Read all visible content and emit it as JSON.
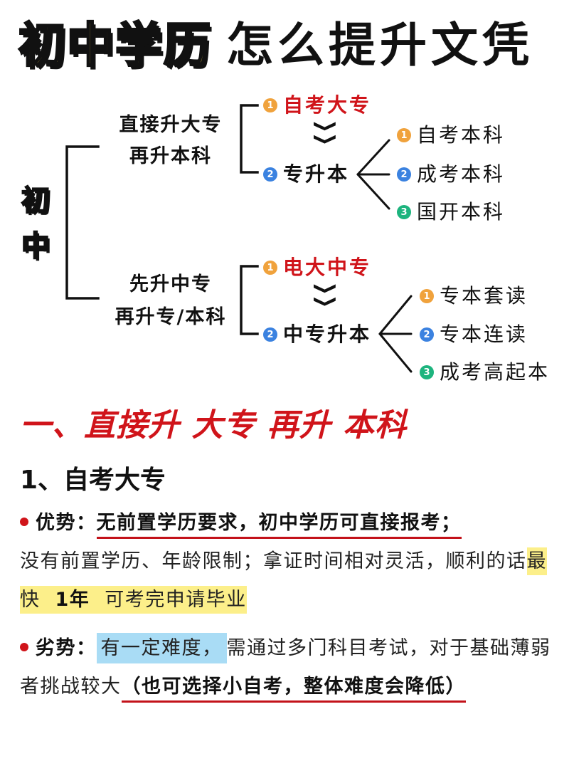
{
  "title": {
    "highlight": "初中学历",
    "rest": "怎么提升文凭"
  },
  "tree": {
    "root": [
      "初",
      "中"
    ],
    "branches": [
      {
        "label_lines": [
          "直接升大专",
          "再升本科"
        ],
        "step1": {
          "num": "1",
          "label": "自考大专"
        },
        "step2": {
          "num": "2",
          "label": "专升本"
        },
        "options": [
          {
            "num": "1",
            "label": "自考本科"
          },
          {
            "num": "2",
            "label": "成考本科"
          },
          {
            "num": "3",
            "label": "国开本科"
          }
        ]
      },
      {
        "label_lines": [
          "先升中专",
          "再升专/本科"
        ],
        "step1": {
          "num": "1",
          "label": "电大中专"
        },
        "step2": {
          "num": "2",
          "label": "中专升本"
        },
        "options": [
          {
            "num": "1",
            "label": "专本套读"
          },
          {
            "num": "2",
            "label": "专本连读"
          },
          {
            "num": "3",
            "label": "成考高起本"
          }
        ]
      }
    ],
    "arrow_glyph": "❯❯"
  },
  "section": {
    "title": "一、直接升 大专 再升 本科",
    "subtitle": "1、自考大专",
    "advantage": {
      "label": "优势：",
      "underlined": "无前置学历要求，初中学历可直接报考；",
      "text": "没有前置学历、年龄限制；拿证时间相对灵活，顺利的话",
      "highlight_pre": "最快 ",
      "highlight_bold": " 1年 ",
      "highlight_post": " 可考完申请毕业"
    },
    "disadvantage": {
      "label": "劣势：",
      "highlight": "有一定难度，",
      "text": "需通过多门科目考试，对于基础薄弱者挑战较大",
      "underlined": "（也可选择小自考，整体难度会降低）"
    }
  },
  "colors": {
    "accent_red": "#d0141a",
    "title_yellow": "#ffd84a",
    "badge_orange": "#f0a23c",
    "badge_blue": "#3b82e0",
    "badge_green": "#1db47e",
    "highlight_yellow": "#fcef8a",
    "highlight_blue": "#a9dcf5"
  }
}
